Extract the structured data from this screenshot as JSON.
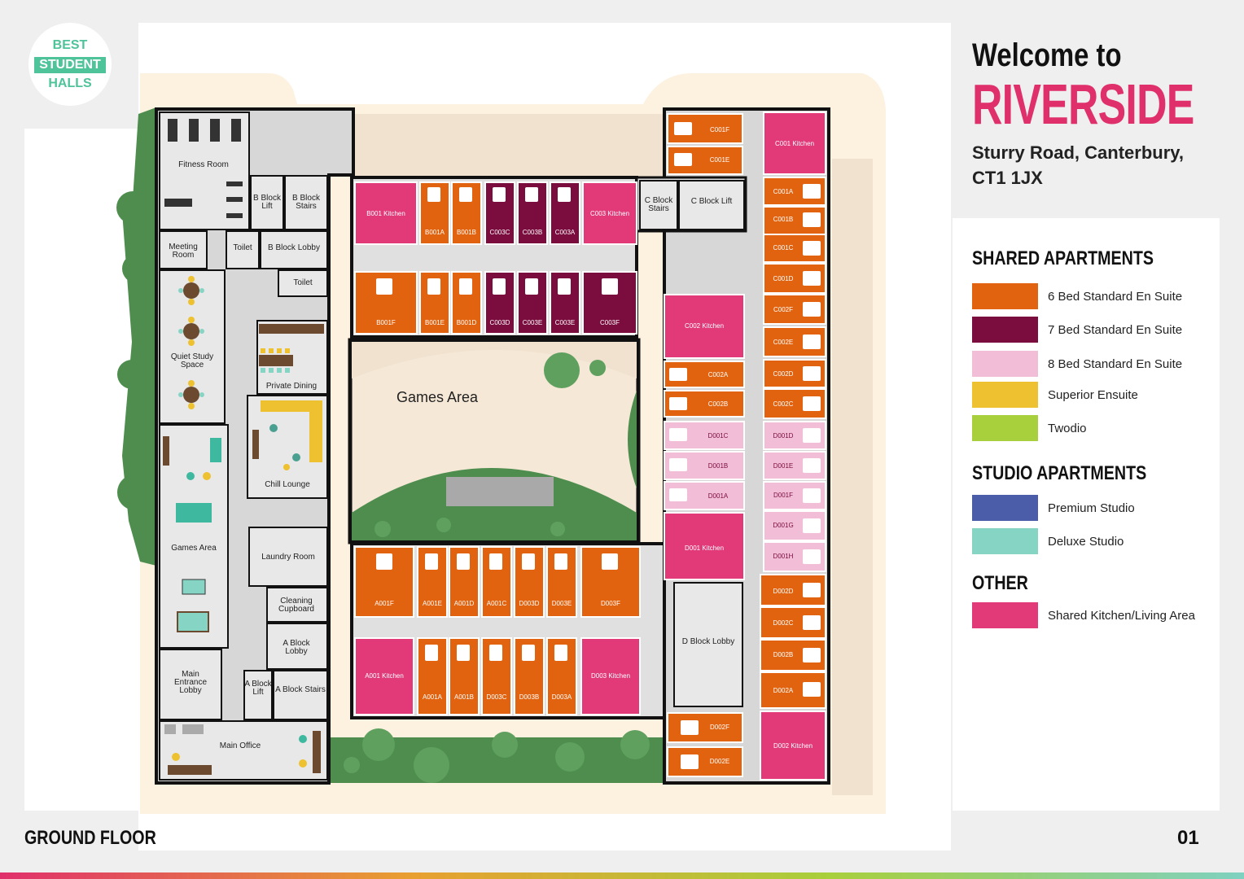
{
  "logo": {
    "line1": "BEST",
    "line2": "STUDENT",
    "line3": "HALLS"
  },
  "header": {
    "welcome": "Welcome to",
    "name": "RIVERSIDE",
    "address_line1": "Sturry Road, Canterbury,",
    "address_line2": "CT1 1JX"
  },
  "legend": {
    "shared_title": "SHARED APARTMENTS",
    "shared": [
      {
        "label": "6 Bed Standard En Suite",
        "color": "#e2630f"
      },
      {
        "label": "7 Bed Standard En Suite",
        "color": "#7a0c3e"
      },
      {
        "label": "8 Bed Standard En Suite",
        "color": "#f2bdd6"
      },
      {
        "label": "Superior Ensuite",
        "color": "#eec130"
      },
      {
        "label": "Twodio",
        "color": "#a8cf3c"
      }
    ],
    "studio_title": "STUDIO APARTMENTS",
    "studio": [
      {
        "label": "Premium Studio",
        "color": "#4b5ca8"
      },
      {
        "label": "Deluxe Studio",
        "color": "#86d4c4"
      }
    ],
    "other_title": "OTHER",
    "other": [
      {
        "label": "Shared Kitchen/Living Area",
        "color": "#e23a79"
      }
    ]
  },
  "map": {
    "rooms": {
      "fitness": "Fitness Room",
      "b_lift": "B Block Lift",
      "b_stairs": "B Block Stairs",
      "meeting": "Meeting Room",
      "toilet1": "Toilet",
      "b_lobby": "B Block Lobby",
      "toilet2": "Toilet",
      "quiet": "Quiet Study Space",
      "private_dining": "Private Dining",
      "chill": "Chill Lounge",
      "games_left": "Games Area",
      "laundry": "Laundry Room",
      "cleaning": "Cleaning Cupboard",
      "a_lobby": "A Block Lobby",
      "main_lobby": "Main Entrance Lobby",
      "a_lift": "A Block Lift",
      "a_stairs": "A Block Stairs",
      "main_office": "Main Office",
      "c_stairs": "C Block Stairs",
      "c_lift": "C Block Lift",
      "d_lobby": "D Block Lobby",
      "games_center": "Games Area"
    },
    "units": {
      "B001K": "B001 Kitchen",
      "B001A": "B001A",
      "B001B": "B001B",
      "C003C": "C003C",
      "C003B": "C003B",
      "C003A": "C003A",
      "C003K": "C003 Kitchen",
      "B001F": "B001F",
      "B001E": "B001E",
      "B001D": "B001D",
      "C003D": "C003D",
      "C003E": "C003E",
      "C003E2": "C003E",
      "C003F": "C003F",
      "A001F": "A001F",
      "A001E": "A001E",
      "A001D": "A001D",
      "A001C": "A001C",
      "D003D": "D003D",
      "D003E": "D003E",
      "D003F": "D003F",
      "A001K": "A001 Kitchen",
      "A001A": "A001A",
      "A001B": "A001B",
      "D003C": "D003C",
      "D003B": "D003B",
      "D003A": "D003A",
      "D003K": "D003 Kitchen",
      "C001F": "C001F",
      "C001E": "C001E",
      "C002K": "C002 Kitchen",
      "C002A": "C002A",
      "C002B": "C002B",
      "D001C": "D001C",
      "D001B": "D001B",
      "D001A": "D001A",
      "D001K": "D001 Kitchen",
      "D002F": "D002F",
      "D002E": "D002E",
      "C001K": "C001 Kitchen",
      "C001A": "C001A",
      "C001B": "C001B",
      "C001C": "C001C",
      "C001D": "C001D",
      "C002F": "C002F",
      "C002E": "C002E",
      "C002D": "C002D",
      "C002C": "C002C",
      "D001D": "D001D",
      "D001E": "D001E",
      "D001F": "D001F",
      "D001G": "D001G",
      "D001H": "D001H",
      "D002D": "D002D",
      "D002C": "D002C",
      "D002B": "D002B",
      "D002A": "D002A",
      "D002K": "D002 Kitchen"
    }
  },
  "footer": {
    "floor": "GROUND FLOOR",
    "page": "01"
  }
}
